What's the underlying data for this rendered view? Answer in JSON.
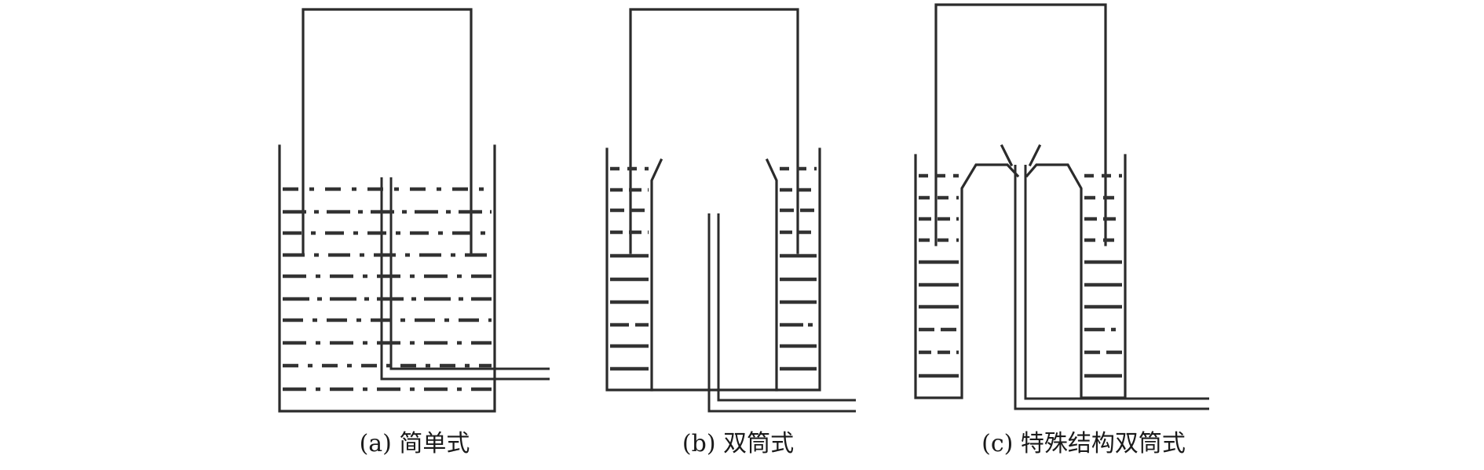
{
  "captions": {
    "a": "(a) 简单式",
    "b": "(b) 双筒式",
    "c": "(c) 特殊结构双筒式"
  }
}
